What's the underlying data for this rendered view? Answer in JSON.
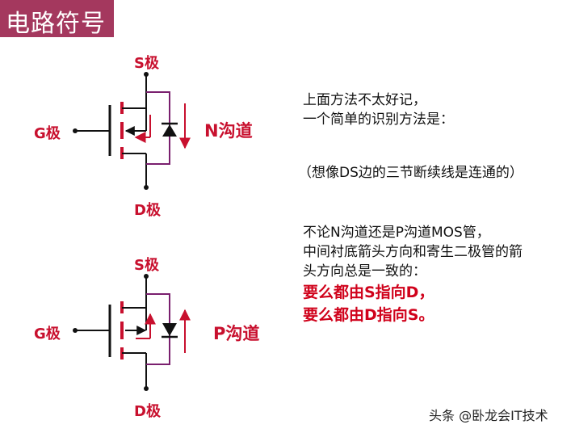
{
  "title": "电路符号",
  "circuit_n": {
    "source_label": "S极",
    "gate_label": "G极",
    "drain_label": "D极",
    "channel_label": "N沟道"
  },
  "circuit_p": {
    "source_label": "S极",
    "gate_label": "G极",
    "drain_label": "D极",
    "channel_label": "P沟道"
  },
  "text": {
    "line1": "上面方法不太好记，",
    "line2": "一个简单的识别方法是：",
    "line3": "（想像DS边的三节断续线是连通的）",
    "line4": "不论N沟道还是P沟道MOS管，",
    "line5": "中间衬底箭头方向和寄生二极管的箭",
    "line6": "头方向总是一致的：",
    "highlight1": "要么都由S指向D，",
    "highlight2": "要么都由D指向S。"
  },
  "footer": "头条 @卧龙会IT技术",
  "colors": {
    "title_bg": "#a4385e",
    "accent_red": "#c8102e",
    "purple_loop": "#7a1f6e",
    "wire": "#111111"
  }
}
